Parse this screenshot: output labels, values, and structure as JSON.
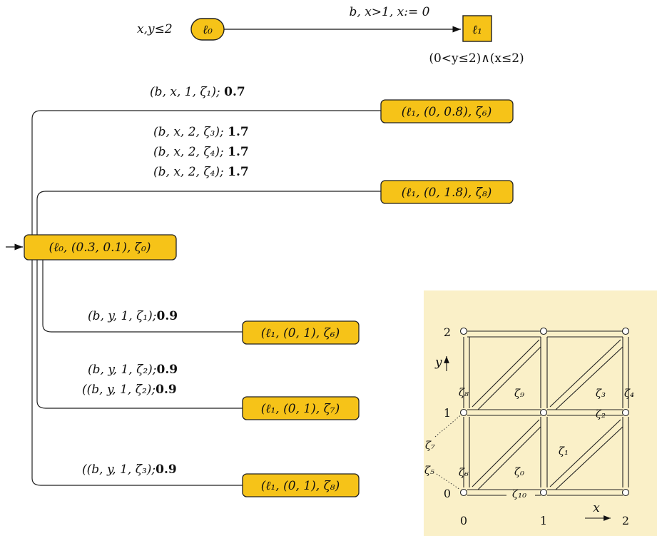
{
  "automaton": {
    "l0_invariant": "x,y≤2",
    "l0_label": "ℓ₀",
    "edge_label": "b, x>1, x:= 0",
    "l1_label": "ℓ₁",
    "l1_invariant": "(0<y≤2)∧(x≤2)"
  },
  "tree": {
    "root": "(ℓ₀, (0.3, 0.1), ζ₀)",
    "nodes": [
      {
        "label": "(ℓ₁, (0, 0.8), ζ₆)",
        "edges": [
          {
            "text": "(b, x, 1, ζ₁); ",
            "weight": "0.7"
          }
        ]
      },
      {
        "label": "(ℓ₁, (0, 1.8), ζ₈)",
        "edges": [
          {
            "text": "(b, x, 2, ζ₃); ",
            "weight": "1.7"
          },
          {
            "text": "(b, x, 2, ζ₄); ",
            "weight": "1.7"
          },
          {
            "text": "(b, x, 2, ζ₄); ",
            "weight": "1.7"
          }
        ]
      },
      {
        "label": "(ℓ₁, (0, 1), ζ₆)",
        "edges": [
          {
            "text": "(b, y, 1, ζ₁);",
            "weight": "0.9"
          }
        ]
      },
      {
        "label": "(ℓ₁, (0, 1), ζ₇)",
        "edges": [
          {
            "text": "(b, y, 1, ζ₂);",
            "weight": "0.9"
          },
          {
            "text": "((b, y, 1, ζ₂);",
            "weight": "0.9"
          }
        ]
      },
      {
        "label": "(ℓ₁, (0, 1), ζ₈)",
        "edges": [
          {
            "text": "((b, y, 1, ζ₃);",
            "weight": "0.9"
          }
        ]
      }
    ]
  },
  "regions": {
    "x_ticks": [
      "0",
      "1",
      "2"
    ],
    "y_ticks": [
      "0",
      "1",
      "2"
    ],
    "x_axis": "x",
    "y_axis": "y",
    "zeta_labels": [
      "ζ₀",
      "ζ₁",
      "ζ₂",
      "ζ₃",
      "ζ₄",
      "ζ₅",
      "ζ₆",
      "ζ₇",
      "ζ₈",
      "ζ₉",
      "ζ₁₀"
    ]
  },
  "colors": {
    "node_fill": "#f6c318",
    "panel_bg": "#faf0c8",
    "stroke": "#222222"
  }
}
